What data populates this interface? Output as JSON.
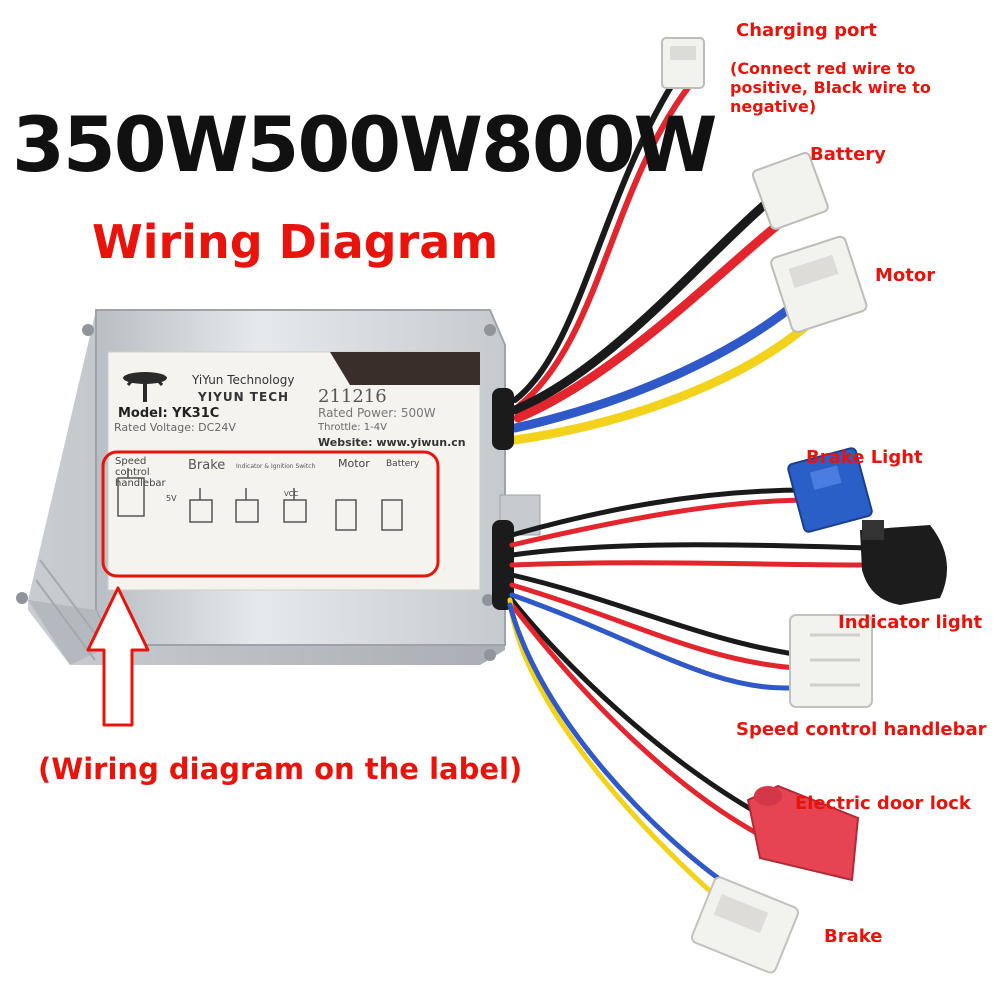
{
  "headline": "350W500W800W",
  "diagram_title": "Wiring Diagram",
  "label_caption": "(Wiring diagram on the label)",
  "callouts": {
    "charging_port": "Charging port",
    "charging_note": "(Connect red wire to positive, Black wire to negative)",
    "battery": "Battery",
    "motor": "Motor",
    "brake_light": "Brake Light",
    "indicator_light": "Indicator light",
    "speed_control": "Speed control handlebar",
    "door_lock": "Electric door lock",
    "brake": "Brake"
  },
  "device_label": {
    "brand": "YiYun Technology",
    "brand_mark": "YIYUN TECH",
    "model": "Model: YK31C",
    "serial": "211216",
    "rated_voltage": "Rated Voltage: DC24V",
    "rated_power": "Rated Power: 500W",
    "throttle": "Throttle: 1-4V",
    "website": "Website: www.yiwun.cn",
    "pinout_speed": "Speed control handlebar",
    "pinout_brake": "Brake",
    "pinout_indicator": "Indicator & Ignition Switch",
    "pinout_motor": "Motor",
    "pinout_battery": "Battery",
    "pin_5v": "5V",
    "pin_vcc": "VCC"
  },
  "colors": {
    "callout_red": "#e8140c",
    "headline": "#111111",
    "wire_red": "#e3262e",
    "wire_black": "#1a1a1a",
    "wire_blue": "#2f58c9",
    "wire_yellow": "#f2d21a",
    "connector_blue": "#2a5fc8",
    "connector_red": "#e64452",
    "housing": "#d4d8dc"
  }
}
